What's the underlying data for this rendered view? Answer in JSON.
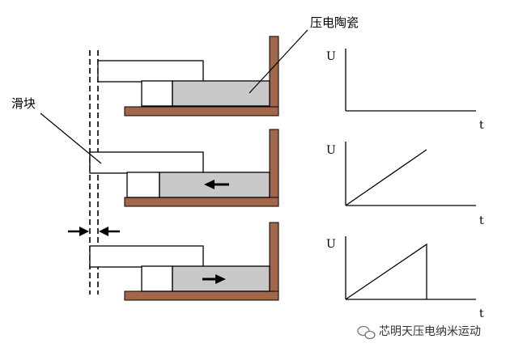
{
  "labels": {
    "piezo_ceramic": "压电陶瓷",
    "slider": "滑块"
  },
  "graphs": [
    {
      "u_label": "U",
      "t_label": "t",
      "waveform": "zero"
    },
    {
      "u_label": "U",
      "t_label": "t",
      "waveform": "ramp-up"
    },
    {
      "u_label": "U",
      "t_label": "t",
      "waveform": "ramp-then-drop"
    }
  ],
  "watermark": "芯明天压电纳米运动",
  "colors": {
    "bracket": "#a0674b",
    "ceramic": "#c8c8c8",
    "outline": "#000000"
  }
}
